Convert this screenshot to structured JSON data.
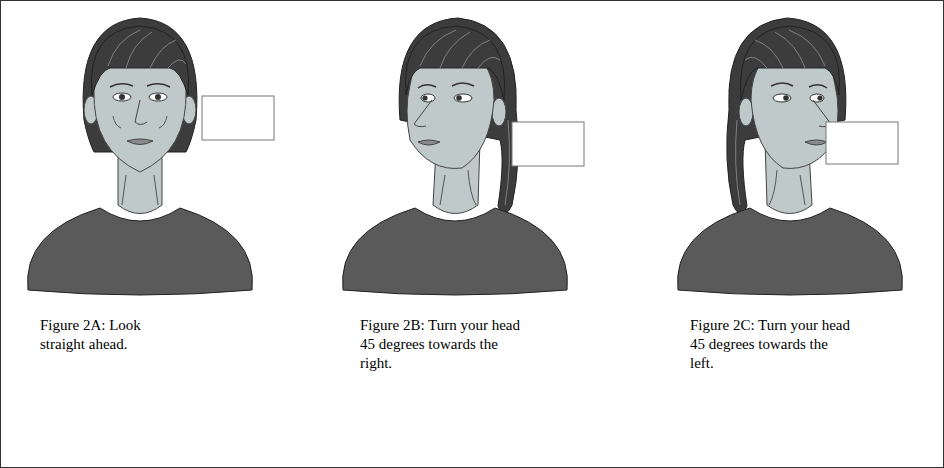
{
  "diagram": {
    "labels": [
      "Figure 2A: Look straight ahead.",
      "Figure 2B: Turn your head 45 degrees towards the right.",
      "Figure 2C: Turn your head 45 degrees towards the left."
    ]
  }
}
